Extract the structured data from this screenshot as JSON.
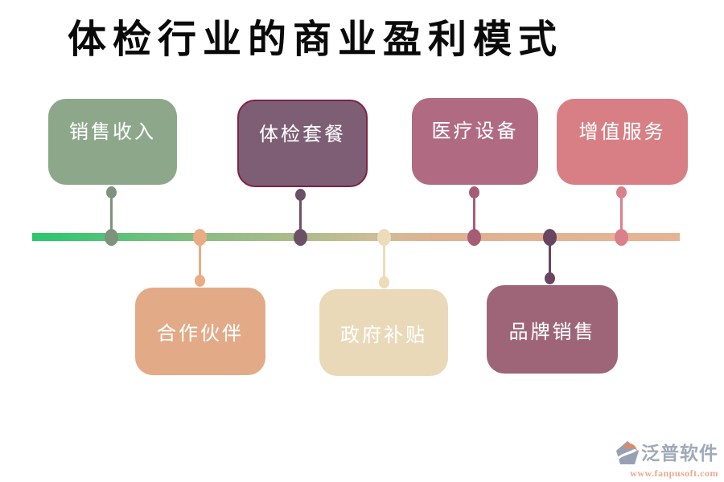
{
  "title": "体检行业的商业盈利模式",
  "timeline": {
    "gradient_stops": [
      "#2AC76C 0%",
      "#3BC672 6%",
      "#6BC07C 17%",
      "#94BC85 30%",
      "#AFBC8C 42%",
      "#CCBD97 52%",
      "#DFB291 62%",
      "#E5B494 100%"
    ]
  },
  "nodes": [
    {
      "label": "销售收入",
      "side": "top",
      "box_color": "#8DA78B",
      "connector_color": "#7E937B",
      "border_color": "",
      "text_color": "#FFFFFF"
    },
    {
      "label": "合作伙伴",
      "side": "bottom",
      "box_color": "#E3AA88",
      "connector_color": "#E9AC84",
      "border_color": "",
      "text_color": "#FFFFFF"
    },
    {
      "label": "体检套餐",
      "side": "top",
      "box_color": "#7D5E75",
      "connector_color": "#6B5066",
      "border_color": "#7E2342",
      "text_color": "#FFFFFF"
    },
    {
      "label": "政府补贴",
      "side": "bottom",
      "box_color": "#EAD9B9",
      "connector_color": "#EDDCBA",
      "border_color": "",
      "text_color": "#FFFFFF"
    },
    {
      "label": "医疗设备",
      "side": "top",
      "box_color": "#B06A82",
      "connector_color": "#A75C75",
      "border_color": "",
      "text_color": "#FFFFFF"
    },
    {
      "label": "品牌销售",
      "side": "bottom",
      "box_color": "#9D6577",
      "connector_color": "#6A4560",
      "border_color": "",
      "text_color": "#FFFFFF"
    },
    {
      "label": "增值服务",
      "side": "top",
      "box_color": "#D77F84",
      "connector_color": "#D9808A",
      "border_color": "",
      "text_color": "#FFFFFF"
    }
  ],
  "watermark": {
    "brand": "泛普软件",
    "url": "www.fanpusoft.com",
    "brand_color": "#A0A9BA",
    "url_color": "#ECA88E",
    "icon_gray": "#98A1B3",
    "icon_orange": "#E08A62"
  }
}
